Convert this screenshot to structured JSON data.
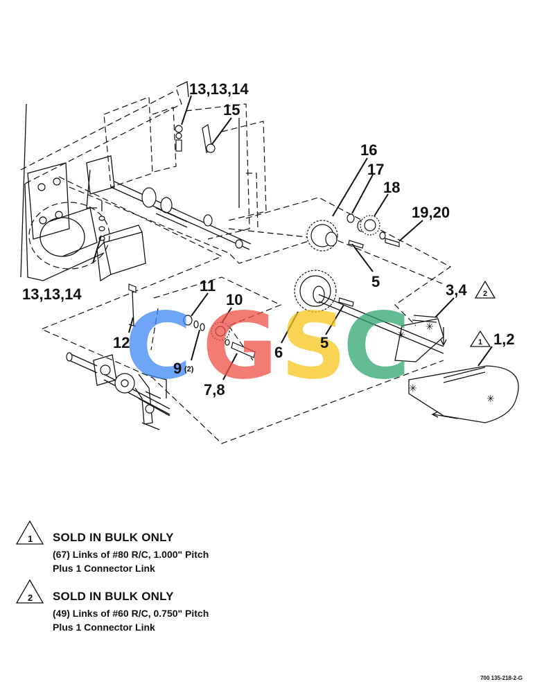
{
  "callouts": {
    "c13_top": "13,13,14",
    "c15": "15",
    "c16": "16",
    "c17": "17",
    "c18": "18",
    "c19_20": "19,20",
    "c5_upper": "5",
    "c3_4": "3,4",
    "c3_4_note": "2",
    "c13_left": "13,13,14",
    "c11": "11",
    "c10": "10",
    "c12": "12",
    "c9": "9",
    "c9_qty": "(2)",
    "c6": "6",
    "c5_lower": "5",
    "c1_2": "1,2",
    "c1_2_note": "1",
    "c7_8": "7,8"
  },
  "watermark": {
    "letters": [
      "C",
      "G",
      "S",
      "C"
    ],
    "colors": [
      "#3f87f5",
      "#ee4f46",
      "#f6c51c",
      "#2ea56f"
    ]
  },
  "notes": [
    {
      "number": "1",
      "title": "SOLD IN BULK ONLY",
      "line1": "(67) Links of #80 R/C, 1.000\" Pitch",
      "line2": "Plus 1 Connector Link"
    },
    {
      "number": "2",
      "title": "SOLD IN BULK ONLY",
      "line1": "(49) Links of #60 R/C, 0.750\" Pitch",
      "line2": "Plus 1 Connector Link"
    }
  ],
  "drawing_ref": "700 135-218-2-G"
}
